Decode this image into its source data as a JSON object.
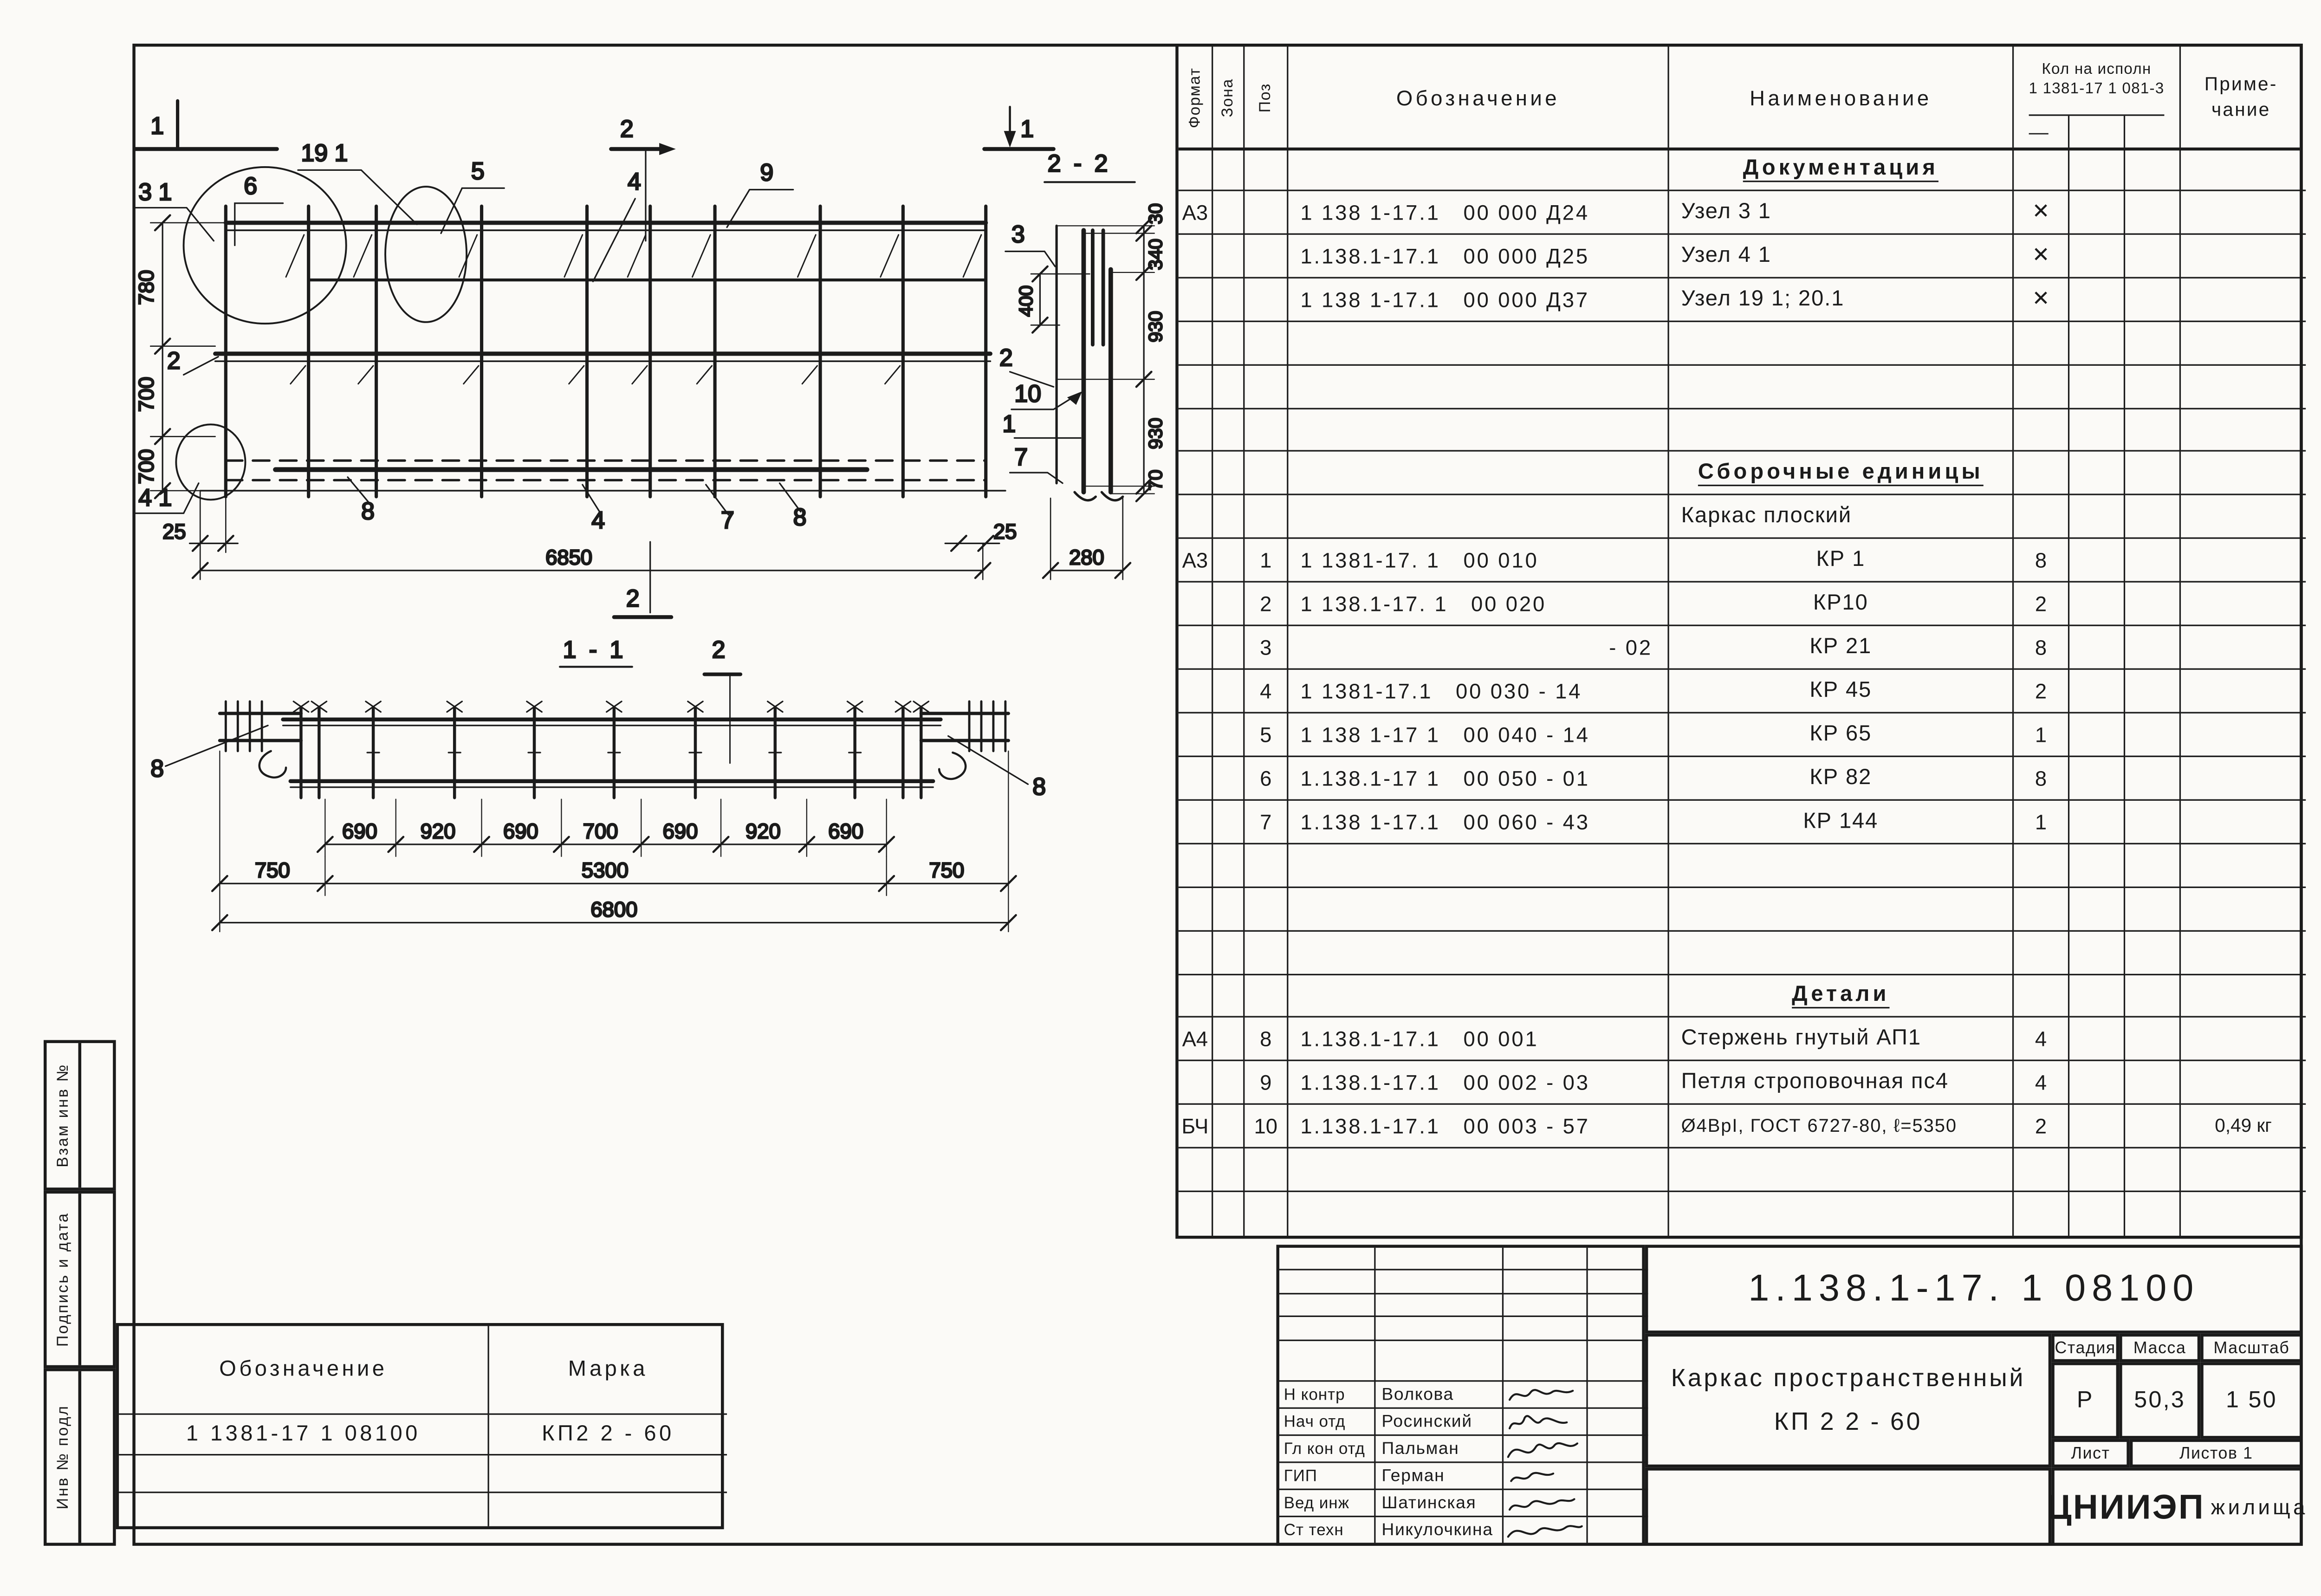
{
  "page": {
    "background": "#fbfaf7",
    "ink": "#1b1b1b"
  },
  "margin": {
    "vzam": "Взам инв №",
    "podpis": "Подпись и дата",
    "inv": "Инв № подл"
  },
  "spec_table": {
    "headers": {
      "format": "Формат",
      "zone": "Зона",
      "poz": "Поз",
      "designation": "Обозначение",
      "name": "Наименование",
      "qty_line1": "Кол на исполн",
      "qty_line2": "1 1381-17 1 081-3",
      "qty_dash": "—",
      "note_line1": "Приме-",
      "note_line2": "чание"
    },
    "rows": [
      {
        "type": "section",
        "name": "Документация"
      },
      {
        "type": "item",
        "format": "А3",
        "poz": "",
        "designation": "1 138 1-17.1   00 000 Д24",
        "name": "Узел 3 1",
        "qty": "✕"
      },
      {
        "type": "item",
        "format": "",
        "poz": "",
        "designation": "1.138.1-17.1   00 000 Д25",
        "name": "Узел 4 1",
        "qty": "✕"
      },
      {
        "type": "item",
        "format": "",
        "poz": "",
        "designation": "1 138 1-17.1   00 000 Д37",
        "name": "Узел 19 1; 20.1",
        "qty": "✕"
      },
      {
        "type": "empty"
      },
      {
        "type": "empty"
      },
      {
        "type": "empty"
      },
      {
        "type": "section",
        "name": "Сборочные единицы"
      },
      {
        "type": "plain",
        "name": "Каркас плоский"
      },
      {
        "type": "item",
        "format": "А3",
        "poz": "1",
        "designation": "1 1381-17. 1   00 010",
        "name": "КР 1",
        "qty": "8",
        "center": true
      },
      {
        "type": "item",
        "format": "",
        "poz": "2",
        "designation": "1 138.1-17. 1   00 020",
        "name": "КР10",
        "qty": "2",
        "center": true
      },
      {
        "type": "item",
        "format": "",
        "poz": "3",
        "designation": "- 02",
        "name": "КР 21",
        "qty": "8",
        "center": true,
        "right": true
      },
      {
        "type": "item",
        "format": "",
        "poz": "4",
        "designation": "1 1381-17.1   00 030 - 14",
        "name": "КР 45",
        "qty": "2",
        "center": true
      },
      {
        "type": "item",
        "format": "",
        "poz": "5",
        "designation": "1 138 1-17 1   00 040 - 14",
        "name": "КР 65",
        "qty": "1",
        "center": true
      },
      {
        "type": "item",
        "format": "",
        "poz": "6",
        "designation": "1.138.1-17 1   00 050 - 01",
        "name": "КР 82",
        "qty": "8",
        "center": true
      },
      {
        "type": "item",
        "format": "",
        "poz": "7",
        "designation": "1.138 1-17.1   00 060 - 43",
        "name": "КР 144",
        "qty": "1",
        "center": true
      },
      {
        "type": "empty"
      },
      {
        "type": "empty"
      },
      {
        "type": "empty"
      },
      {
        "type": "section",
        "name": "Детали"
      },
      {
        "type": "item",
        "format": "А4",
        "poz": "8",
        "designation": "1.138.1-17.1   00 001",
        "name": "Стержень гнутый АП1",
        "qty": "4"
      },
      {
        "type": "item",
        "format": "",
        "poz": "9",
        "designation": "1.138.1-17.1   00 002 - 03",
        "name": "Петля строповочная пс4",
        "qty": "4"
      },
      {
        "type": "item",
        "format": "БЧ",
        "poz": "10",
        "designation": "1.138.1-17.1   00 003 - 57",
        "name": "Ø4ВрI, ГОСТ 6727-80, ℓ=5350",
        "qty": "2",
        "note": "0,49 кг",
        "small": true
      },
      {
        "type": "empty"
      },
      {
        "type": "empty"
      }
    ]
  },
  "title_block": {
    "doc_number": "1.138.1-17. 1  08100",
    "product_line1": "Каркас пространственный",
    "product_line2": "КП 2 2 - 60",
    "stage_label": "Стадия",
    "mass_label": "Масса",
    "scale_label": "Масштаб",
    "stage_value": "Р",
    "mass_value": "50,3",
    "scale_value": "1 50",
    "sheet_label": "Лист",
    "sheets_label": "Листов 1",
    "org_name": "ЦНИИЭП",
    "org_suffix": "жилища",
    "signatures": [
      {
        "role": "Н контр",
        "name": "Волкова"
      },
      {
        "role": "Нач отд",
        "name": "Росинский"
      },
      {
        "role": "Гл кон отд",
        "name": "Пальман"
      },
      {
        "role": "ГИП",
        "name": "Герман"
      },
      {
        "role": "Вед инж",
        "name": "Шатинская"
      },
      {
        "role": "Ст техн",
        "name": "Никулочкина"
      }
    ]
  },
  "mark_table": {
    "designation_label": "Обозначение",
    "mark_label": "Марка",
    "designation_value": "1 1381-17 1 08100",
    "mark_value": "КП2 2 - 60"
  },
  "drawing": {
    "marks": {
      "m1a": "1",
      "m1b": "1",
      "m2a": "2",
      "m2b": "2",
      "m2c": "2"
    },
    "plan": {
      "c31": "3 1",
      "c6": "6",
      "c191": "19 1",
      "c5": "5",
      "c4": "4",
      "c9": "9",
      "c2l": "2",
      "c41": "4 1",
      "c8a": "8",
      "c4b": "4",
      "c7b": "7",
      "c8b": "8",
      "d780": "780",
      "d700a": "700",
      "d700b": "700",
      "d25a": "25",
      "d25b": "25",
      "d6850": "6850"
    },
    "sec22": {
      "title": "2 - 2",
      "c3": "3",
      "c2": "2",
      "c10": "10",
      "c1": "1",
      "c7": "7",
      "d30": "30",
      "d340": "340",
      "d930a": "930",
      "d930b": "930",
      "d70": "70",
      "d400": "400",
      "d280": "280"
    },
    "sec11": {
      "title": "1 - 1",
      "c8l": "8",
      "c8r": "8",
      "d1": "690",
      "d2": "920",
      "d3": "690",
      "d4": "700",
      "d5": "690",
      "d6": "920",
      "d7": "690",
      "d750l": "750",
      "d5300": "5300",
      "d750r": "750",
      "d6800": "6800"
    }
  }
}
